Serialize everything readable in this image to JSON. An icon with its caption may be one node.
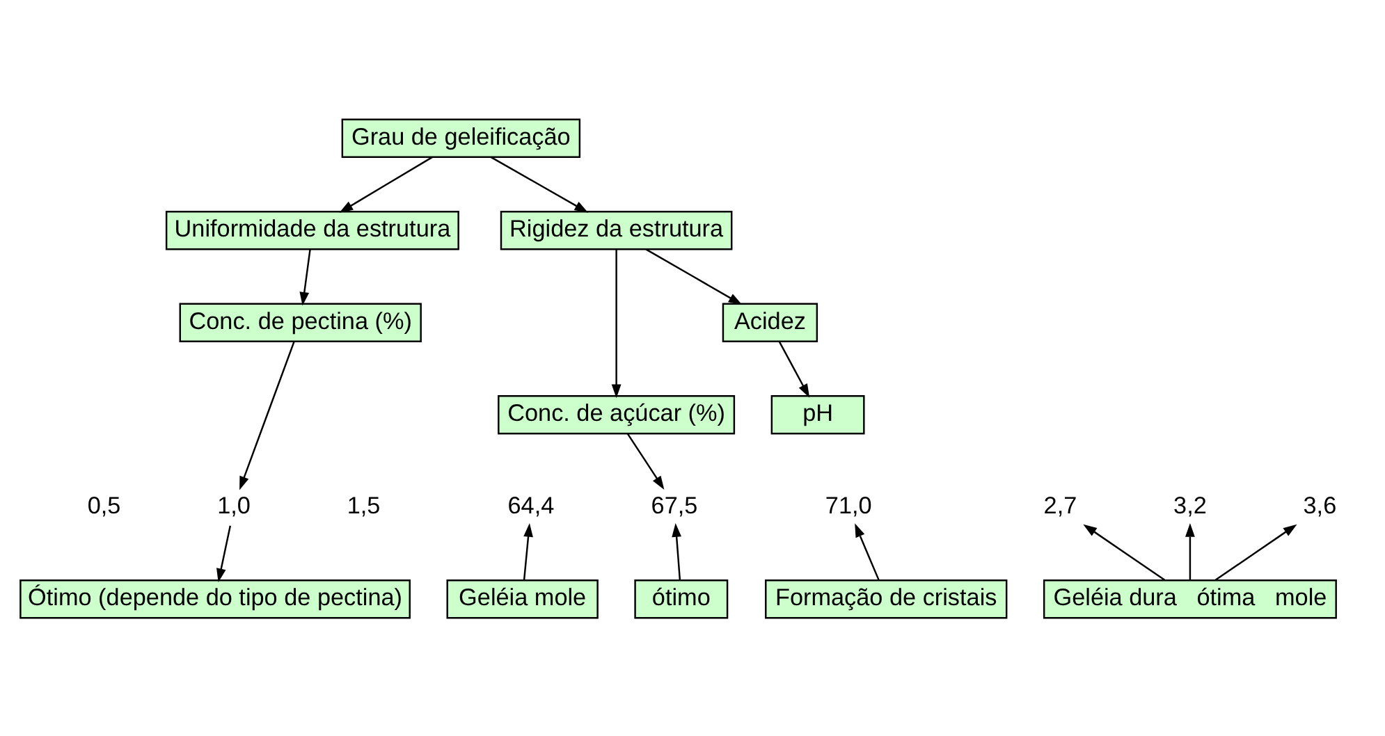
{
  "diagram": {
    "nodes": [
      {
        "text": [
          "Grau de geleificação"
        ]
      },
      {
        "text": [
          "Uniformidade da estrutura"
        ]
      },
      {
        "text": [
          "Rigidez da estrutura"
        ]
      },
      {
        "text": [
          "Acidez"
        ]
      },
      {
        "text": [
          "Conc. de pectina (%)"
        ]
      },
      {
        "text": [
          "Conc. de açúcar (%)"
        ]
      },
      {
        "text": [
          "pH"
        ]
      },
      {
        "text": [
          "2,7"
        ]
      },
      {
        "text": [
          "3,2"
        ]
      },
      {
        "text": [
          "3,6"
        ]
      },
      {
        "text": [
          "64,4"
        ]
      },
      {
        "text": [
          "67,5"
        ]
      },
      {
        "text": [
          "71,0"
        ]
      },
      {
        "text": [
          "Geléia dura",
          "ótima",
          "mole"
        ]
      },
      {
        "text": [
          "Geléia mole"
        ]
      },
      {
        "text": [
          "0,5"
        ]
      },
      {
        "text": [
          "1,0"
        ]
      },
      {
        "text": [
          "1,5"
        ]
      },
      {
        "text": [
          "ótimo"
        ]
      },
      {
        "text": [
          "Ótimo (depende do tipo de pectina)"
        ]
      },
      {
        "text": [
          "Formação de cristais"
        ]
      }
    ],
    "edges": [
      {
        "from": 0,
        "to": 1,
        "arrow": "to"
      },
      {
        "from": 0,
        "to": 2,
        "arrow": "to"
      },
      {
        "from": 1,
        "to": 4,
        "arrow": "to"
      },
      {
        "from": 2,
        "to": 3,
        "arrow": "to"
      },
      {
        "from": 2,
        "to": 5,
        "arrow": "to"
      },
      {
        "from": 3,
        "to": 6,
        "arrow": "to"
      },
      {
        "from": 5,
        "to": 11,
        "arrow": "to"
      },
      {
        "from": 13,
        "to": 7,
        "arrow": "to"
      },
      {
        "from": 13,
        "to": 8,
        "arrow": "to"
      },
      {
        "from": 13,
        "to": 9,
        "arrow": "to"
      },
      {
        "from": 14,
        "to": 10,
        "arrow": "to"
      },
      {
        "from": 18,
        "to": 11,
        "arrow": "to"
      },
      {
        "from": 20,
        "to": 12,
        "arrow": "to"
      },
      {
        "from": 4,
        "to": 16,
        "arrow": "to"
      },
      {
        "from": 16,
        "to": 19,
        "arrow": "to"
      }
    ]
  }
}
